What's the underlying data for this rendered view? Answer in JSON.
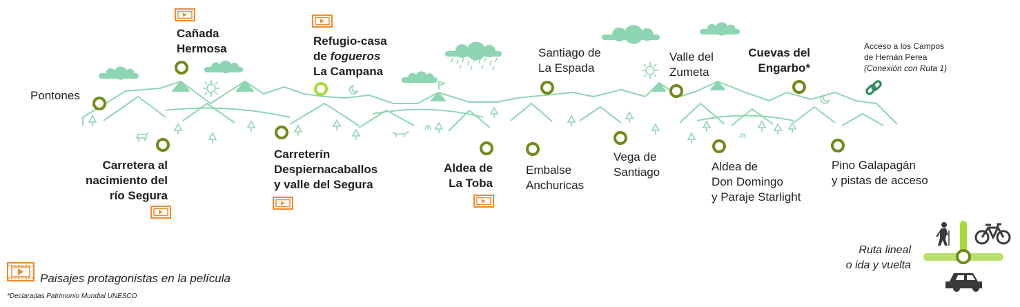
{
  "colors": {
    "mountain": "#8ed6b2",
    "stop_ring": "#6e8b17",
    "stop_highlight": "#a6dc3a",
    "film_icon": "#f08a2c",
    "route_bar": "#b8e06a",
    "route_stem": "#a6dc3a",
    "text": "#1f1f1f"
  },
  "stops": [
    {
      "name": "Pontones"
    },
    {
      "name": "Cañada Hermosa"
    },
    {
      "name": "Carretera al nacimiento del río Segura"
    },
    {
      "name": "Carreterín Despiernacaballos y valle del Segura"
    },
    {
      "name": "Refugio-casa de fogueros La Campana"
    },
    {
      "name": "Aldea de La Toba"
    },
    {
      "name": "Embalse Anchuricas"
    },
    {
      "name": "Santiago de La Espada"
    },
    {
      "name": "Vega de Santiago"
    },
    {
      "name": "Valle del Zumeta"
    },
    {
      "name": "Aldea de Don Domingo y Paraje Starlight"
    },
    {
      "name": "Cuevas del Engarbo*"
    },
    {
      "name": "Pino Galapagán y pistas de acceso"
    },
    {
      "name": "Acceso a los Campos de Hernán Perea (Conexión con Ruta 1)"
    }
  ],
  "labels": {
    "pontones": "Pontones",
    "canada_1": "Cañada",
    "canada_2": "Hermosa",
    "carretera_1": "Carretera al",
    "carretera_2": "nacimiento del",
    "carretera_3": "río Segura",
    "refugio_1": "Refugio-casa",
    "refugio_2a": "de ",
    "refugio_2b": "fogueros",
    "refugio_3": "La Campana",
    "carreterin_1": "Carreterín",
    "carreterin_2": "Despiernacaballos",
    "carreterin_3": "y valle del Segura",
    "toba_1": "Aldea de",
    "toba_2": "La Toba",
    "embalse_1": "Embalse",
    "embalse_2": "Anchuricas",
    "santiago_1": "Santiago de",
    "santiago_2": "La Espada",
    "vega_1": "Vega de",
    "vega_2": "Santiago",
    "zumeta_1": "Valle del",
    "zumeta_2": "Zumeta",
    "domingo_1": "Aldea de",
    "domingo_2": "Don Domingo",
    "domingo_3": "y Paraje Starlight",
    "cuevas_1": "Cuevas del",
    "cuevas_2": "Engarbo*",
    "pino_1": "Pino Galapagán",
    "pino_2": "y pistas de acceso",
    "acceso_1": "Acceso a los Campos",
    "acceso_2": "de Hernán Perea",
    "acceso_3": "(Conexión con Ruta 1)"
  },
  "legend": {
    "film_text": "Paisajes protagonistas en la película",
    "footnote": "*Declaradas Patrimonio Mundial UNESCO",
    "route_line1": "Ruta lineal",
    "route_line2": "o ida y vuelta"
  },
  "icons": [
    "film-icon",
    "cloud-icon",
    "sun-icon",
    "moon-icon",
    "tree-icon",
    "animal-icon",
    "link-icon",
    "hiker-icon",
    "bicycle-icon",
    "car-icon"
  ]
}
